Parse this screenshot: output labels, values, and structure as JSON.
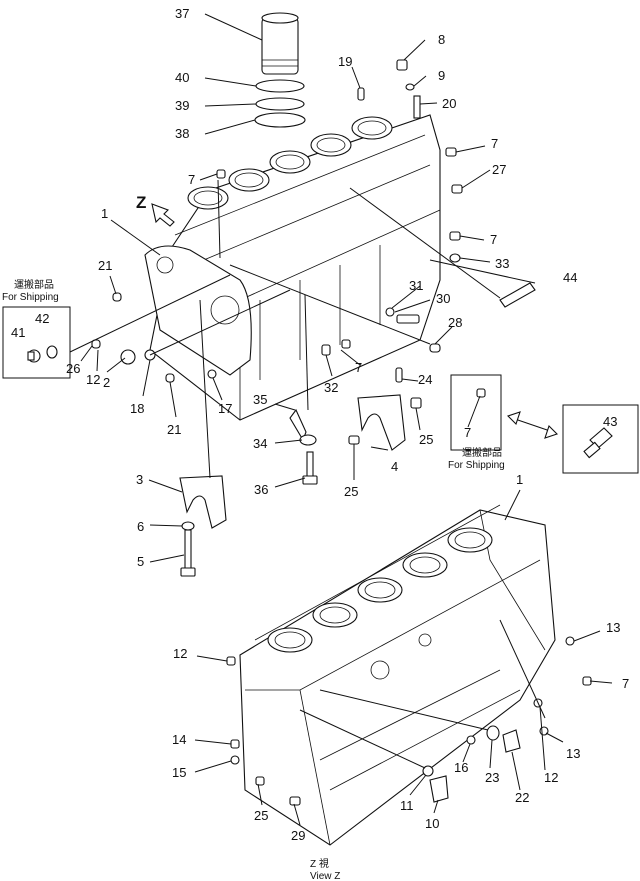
{
  "diagram": {
    "part_numbers": [
      "1",
      "2",
      "3",
      "4",
      "5",
      "6",
      "7",
      "8",
      "9",
      "10",
      "11",
      "12",
      "13",
      "14",
      "15",
      "16",
      "17",
      "18",
      "19",
      "20",
      "21",
      "22",
      "23",
      "24",
      "25",
      "26",
      "27",
      "28",
      "29",
      "30",
      "31",
      "32",
      "33",
      "34",
      "35",
      "36",
      "37",
      "38",
      "39",
      "40",
      "41",
      "42",
      "43",
      "44"
    ],
    "shipping_box_left": {
      "jp": "運搬部品",
      "en": "For Shipping",
      "parts": [
        "41",
        "42"
      ]
    },
    "shipping_box_middle": {
      "jp": "運搬部品",
      "en": "For Shipping",
      "parts": [
        "7"
      ]
    },
    "view_marker": "Z",
    "view_caption_jp": "Z 視",
    "view_caption_en": "View Z"
  }
}
